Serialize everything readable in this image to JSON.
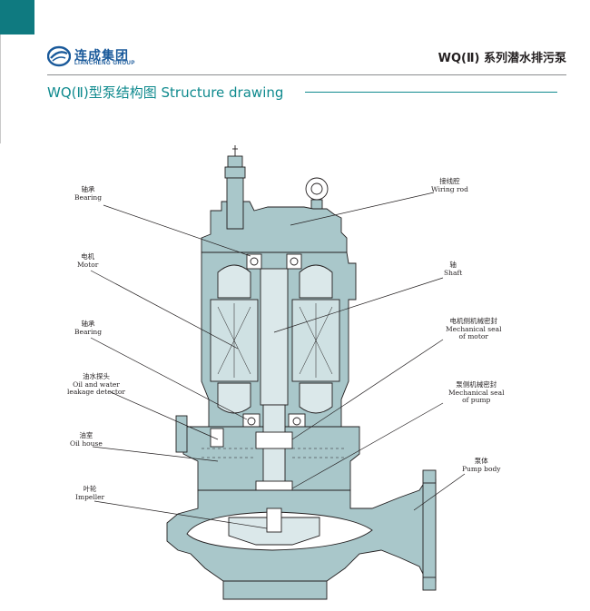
{
  "brand": {
    "name_cn": "连成集团",
    "name_en": "LIANCHENG GROUP",
    "color": "#19599a"
  },
  "header": {
    "title": "WQ(Ⅱ) 系列潜水排污泵"
  },
  "section": {
    "title": "WQ(Ⅱ)型泵结构图 Structure drawing",
    "accent": "#0f8a8e"
  },
  "labels": {
    "bearing_top": {
      "cn": "轴承",
      "en": "Bearing"
    },
    "motor": {
      "cn": "电机",
      "en": "Motor"
    },
    "bearing_mid": {
      "cn": "轴承",
      "en": "Bearing"
    },
    "oil_water": {
      "cn": "油水探头",
      "en1": "Oil and water",
      "en2": "leakage detector"
    },
    "oil_house": {
      "cn": "油室",
      "en": "Oil house"
    },
    "impeller": {
      "cn": "叶轮",
      "en": "Impeller"
    },
    "wiring_rod": {
      "cn": "接线腔",
      "en": "Wiring rod"
    },
    "shaft": {
      "cn": "轴",
      "en": "Shaft"
    },
    "mech_seal_motor": {
      "cn": "电机侧机械密封",
      "en1": "Mechanical seal",
      "en2": "of motor"
    },
    "mech_seal_pump": {
      "cn": "泵侧机械密封",
      "en1": "Mechanical seal",
      "en2": "of pump"
    },
    "pump_body": {
      "cn": "泵体",
      "en": "Pump body"
    }
  },
  "colors": {
    "body_fill": "#a9c7ca",
    "line": "#231f20"
  }
}
